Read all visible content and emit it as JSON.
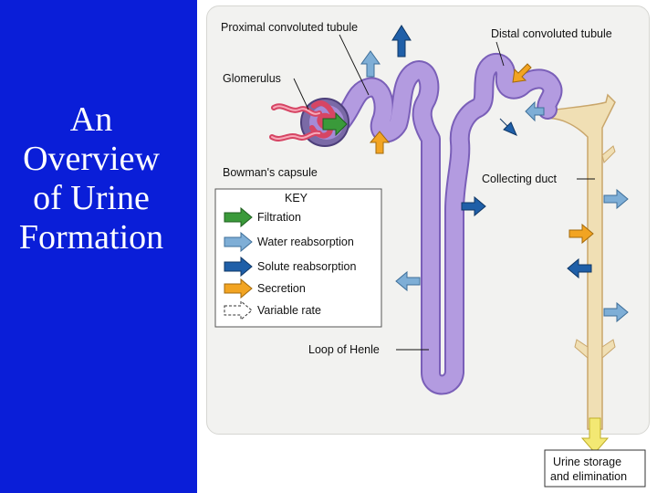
{
  "slide": {
    "title_lines": [
      "An",
      "Overview",
      "of Urine",
      "Formation"
    ]
  },
  "labels": {
    "proximal": "Proximal convoluted tubule",
    "distal": "Distal convoluted tubule",
    "glomerulus": "Glomerulus",
    "bowman": "Bowman's capsule",
    "collecting": "Collecting duct",
    "henle": "Loop of Henle",
    "storage_line1": "Urine storage",
    "storage_line2": "and elimination"
  },
  "key": {
    "title": "KEY",
    "items": [
      {
        "label": "Filtration",
        "color": "#3a9a3a"
      },
      {
        "label": "Water reabsorption",
        "color": "#7eaed6"
      },
      {
        "label": "Solute reabsorption",
        "color": "#1f5fa8"
      },
      {
        "label": "Secretion",
        "color": "#f2a422"
      },
      {
        "label": "Variable rate",
        "color": "#ffffff"
      }
    ]
  },
  "colors": {
    "background_panel": "#0a1ed8",
    "tubule": "#b39be0",
    "collecting_duct": "#f0dfb4",
    "glomerulus": "#e8607a"
  }
}
